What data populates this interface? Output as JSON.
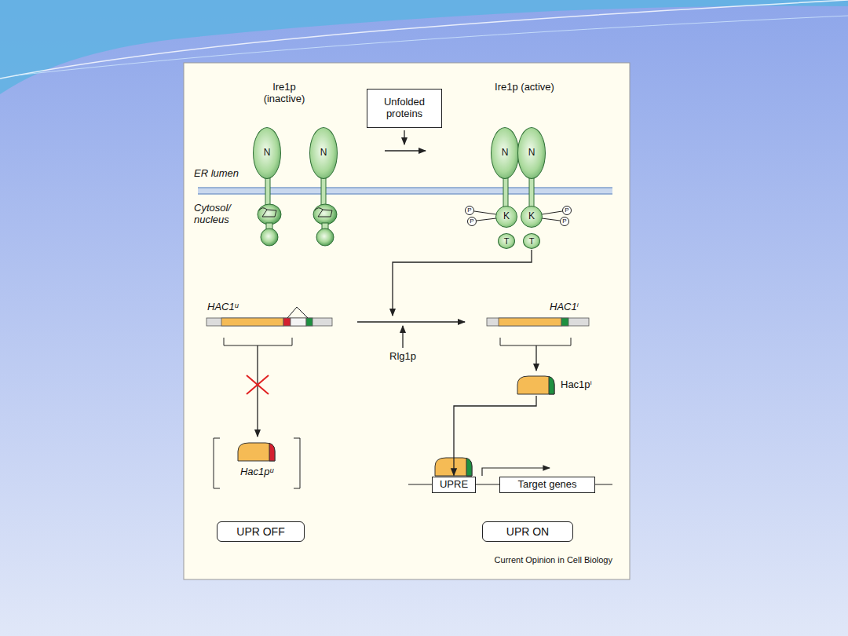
{
  "diagram": {
    "nodes": [
      {
        "text": [
          "Unfolded proteins"
        ]
      },
      {
        "text": [
          "N"
        ]
      },
      {
        "text": [
          "N"
        ]
      },
      {
        "text": [
          "N"
        ]
      },
      {
        "text": [
          "N"
        ]
      },
      {
        "text": [
          "K"
        ]
      },
      {
        "text": [
          "K"
        ]
      },
      {
        "text": [
          "T"
        ]
      },
      {
        "text": [
          "T"
        ]
      },
      {
        "text": [
          "P"
        ]
      },
      {
        "text": [
          "P"
        ]
      },
      {
        "text": [
          "P"
        ]
      },
      {
        "text": [
          "P"
        ]
      },
      {
        "text": [
          "Hac1pⁱ"
        ]
      },
      {
        "text": [
          "Hac1pᵘ"
        ]
      },
      {
        "text": [
          "UPRE"
        ]
      },
      {
        "text": [
          "Target genes"
        ]
      },
      {
        "text": [
          "UPR OFF"
        ]
      },
      {
        "text": [
          "UPR ON"
        ]
      }
    ],
    "edges": [
      {
        "from": 13,
        "to": 15,
        "arrow": "to"
      }
    ],
    "labels": [
      "Ire1p (inactive)",
      "Ire1p (active)",
      "ER lumen",
      "Cytosol/ nucleus",
      "HAC1ᵘ",
      "Rlg1p",
      "HAC1ⁱ",
      "Current Opinion in Cell Biology"
    ]
  }
}
